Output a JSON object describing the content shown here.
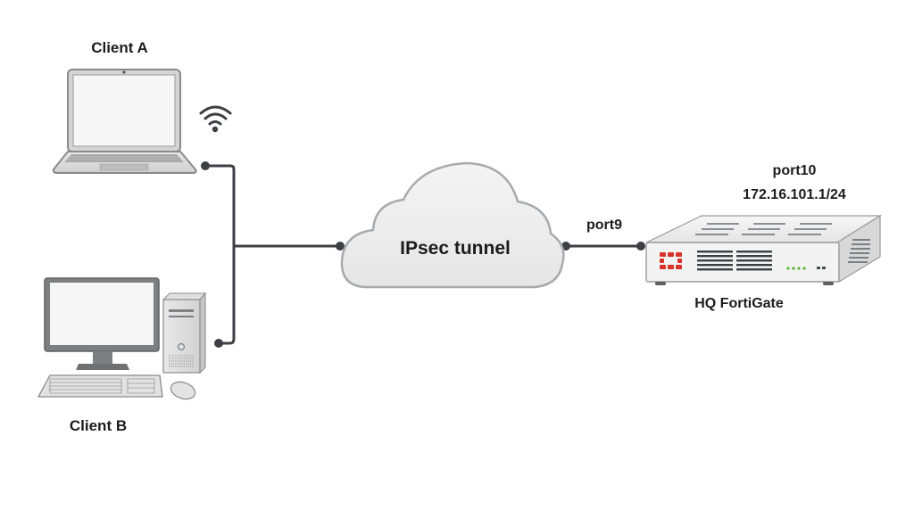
{
  "diagram": {
    "title": "IPsec VPN topology",
    "nodes": {
      "client_a": {
        "label": "Client A",
        "type": "laptop",
        "wireless": true
      },
      "client_b": {
        "label": "Client B",
        "type": "desktop"
      },
      "tunnel": {
        "label": "IPsec tunnel",
        "type": "cloud"
      },
      "fortigate": {
        "label": "HQ FortiGate",
        "type": "firewall",
        "interfaces": [
          {
            "name": "port9",
            "connects_to": "IPsec tunnel"
          },
          {
            "name": "port10",
            "ip": "172.16.101.1/24"
          }
        ]
      }
    },
    "port9_label": "port9",
    "port10_label": "port10",
    "port10_ip": "172.16.101.1/24",
    "edges": [
      {
        "from": "Client A",
        "to": "IPsec tunnel"
      },
      {
        "from": "Client B",
        "to": "IPsec tunnel"
      },
      {
        "from": "IPsec tunnel",
        "to": "HQ FortiGate",
        "via": "port9"
      }
    ],
    "colors": {
      "line": "#3c3f44",
      "device_fill": "#e6e6e6",
      "device_stroke": "#8a8a8a",
      "cloud_fill": "#efefef",
      "cloud_stroke": "#a8aab0",
      "fortinet_red": "#d9322b",
      "led_green": "#59b33a"
    }
  }
}
